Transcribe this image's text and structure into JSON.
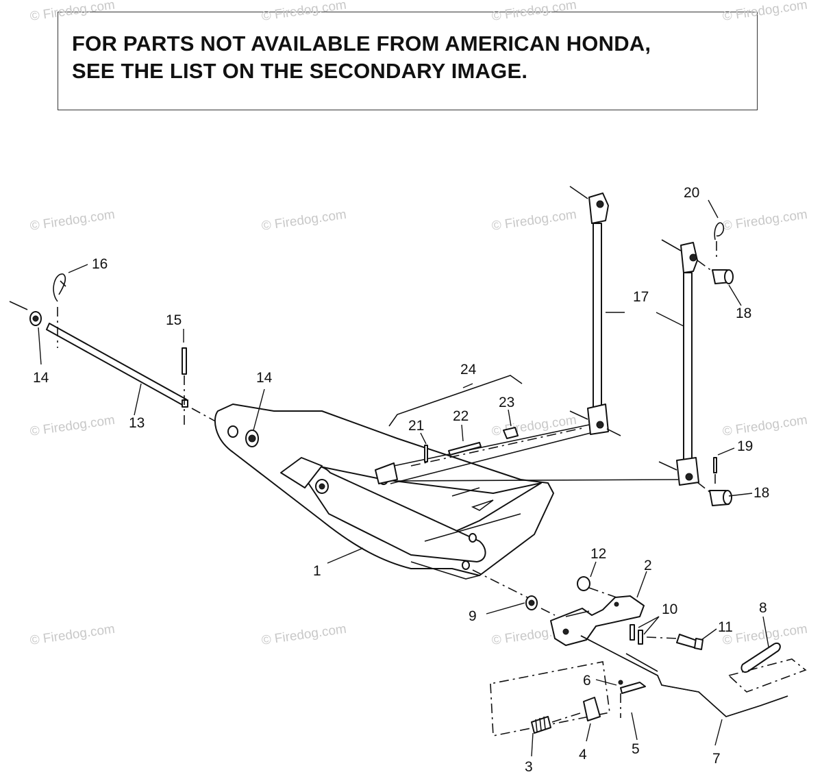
{
  "notice": {
    "line1": "FOR PARTS NOT AVAILABLE FROM AMERICAN HONDA,",
    "line2": "SEE THE LIST ON THE SECONDARY IMAGE."
  },
  "watermark": "© Firedog.com",
  "callouts": {
    "c1": "1",
    "c2": "2",
    "c3": "3",
    "c4": "4",
    "c5": "5",
    "c6": "6",
    "c7": "7",
    "c8": "8",
    "c9": "9",
    "c10": "10",
    "c11": "11",
    "c12": "12",
    "c13": "13",
    "c14a": "14",
    "c14b": "14",
    "c15": "15",
    "c16": "16",
    "c17": "17",
    "c18a": "18",
    "c18b": "18",
    "c19": "19",
    "c20": "20",
    "c21": "21",
    "c22": "22",
    "c23": "23",
    "c24": "24"
  }
}
